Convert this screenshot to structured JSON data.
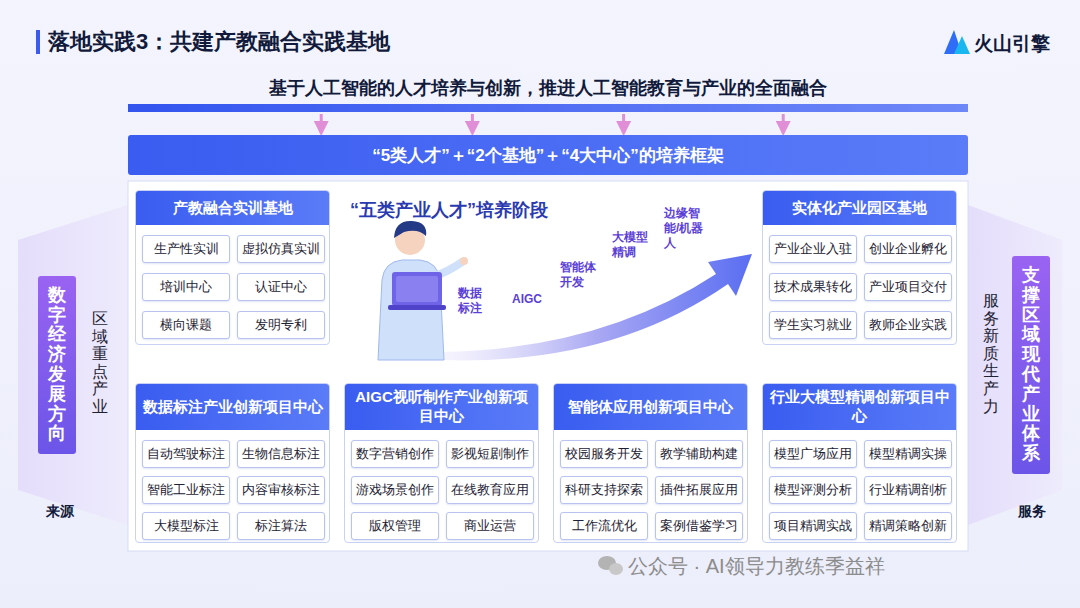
{
  "diagram": {
    "title": "落地实践3：共建产教融合实践基地",
    "nodes": [
      {
        "text": [
          "基于人工智能的人才培养与创新，推进人工智能教育与产业的全面融合"
        ]
      },
      {
        "text": [
          "“5类人才”＋“2个基地”＋“4大中心”的培养框架"
        ]
      },
      {
        "text": [
          "数字经济发展方向"
        ]
      },
      {
        "text": [
          "产教融合实训基地"
        ]
      },
      {
        "text": [
          "生产性实训"
        ],
        "in": 3
      },
      {
        "text": [
          "虚拟仿真实训"
        ],
        "in": 3
      },
      {
        "text": [
          "培训中心"
        ],
        "in": 3
      },
      {
        "text": [
          "认证中心"
        ],
        "in": 3
      },
      {
        "text": [
          "横向课题"
        ],
        "in": 3
      },
      {
        "text": [
          "发明专利"
        ],
        "in": 3
      },
      {
        "text": [
          "实体化产业园区基地"
        ]
      },
      {
        "text": [
          "产业企业入驻"
        ],
        "in": 10
      },
      {
        "text": [
          "创业企业孵化"
        ],
        "in": 10
      },
      {
        "text": [
          "技术成果转化"
        ],
        "in": 10
      },
      {
        "text": [
          "产业项目交付"
        ],
        "in": 10
      },
      {
        "text": [
          "学生实习就业"
        ],
        "in": 10
      },
      {
        "text": [
          "教师企业实践"
        ],
        "in": 10
      },
      {
        "text": [
          "数据标注产业创新项目中心"
        ]
      },
      {
        "text": [
          "自动驾驶标注"
        ],
        "in": 17
      },
      {
        "text": [
          "生物信息标注"
        ],
        "in": 17
      },
      {
        "text": [
          "智能工业标注"
        ],
        "in": 17
      },
      {
        "text": [
          "内容审核标注"
        ],
        "in": 17
      },
      {
        "text": [
          "大模型标注"
        ],
        "in": 17
      },
      {
        "text": [
          "标注算法"
        ],
        "in": 17
      },
      {
        "text": [
          "AIGC视听制作产业创新项目中心"
        ]
      },
      {
        "text": [
          "数字营销创作"
        ],
        "in": 24
      },
      {
        "text": [
          "影视短剧制作"
        ],
        "in": 24
      },
      {
        "text": [
          "游戏场景创作"
        ],
        "in": 24
      },
      {
        "text": [
          "在线教育应用"
        ],
        "in": 24
      },
      {
        "text": [
          "版权管理"
        ],
        "in": 24
      },
      {
        "text": [
          "商业运营"
        ],
        "in": 24
      },
      {
        "text": [
          "智能体应用创新项目中心"
        ]
      },
      {
        "text": [
          "校园服务开发"
        ],
        "in": 31
      },
      {
        "text": [
          "教学辅助构建"
        ],
        "in": 31
      },
      {
        "text": [
          "科研支持探索"
        ],
        "in": 31
      },
      {
        "text": [
          "插件拓展应用"
        ],
        "in": 31
      },
      {
        "text": [
          "工作流优化"
        ],
        "in": 31
      },
      {
        "text": [
          "案例借鉴学习"
        ],
        "in": 31
      },
      {
        "text": [
          "行业大模型精调创新项目中心"
        ]
      },
      {
        "text": [
          "模型广场应用"
        ],
        "in": 38
      },
      {
        "text": [
          "模型精调实操"
        ],
        "in": 38
      },
      {
        "text": [
          "模型评测分析"
        ],
        "in": 38
      },
      {
        "text": [
          "行业精调剖析"
        ],
        "in": 38
      },
      {
        "text": [
          "项目精调实战"
        ],
        "in": 38
      },
      {
        "text": [
          "精调策略创新"
        ],
        "in": 38
      },
      {
        "text": [
          "支撑区域现代产业体系"
        ]
      }
    ],
    "edges": [
      {
        "from": 0,
        "to": 1,
        "arrow": "to"
      },
      {
        "from": 0,
        "to": 1,
        "arrow": "to"
      },
      {
        "from": 0,
        "to": 1,
        "arrow": "to"
      },
      {
        "from": 0,
        "to": 1,
        "arrow": "to"
      }
    ],
    "labels": [
      "火山引擎",
      "区域重点产业",
      "来源",
      "“五类产业人才”培养阶段",
      "数据标注",
      "AIGC",
      "智能体开发",
      "大模型精调",
      "边缘智能/机器人",
      "服务新质生产力",
      "服务",
      "公众号 · AI领导力教练季益祥"
    ]
  }
}
